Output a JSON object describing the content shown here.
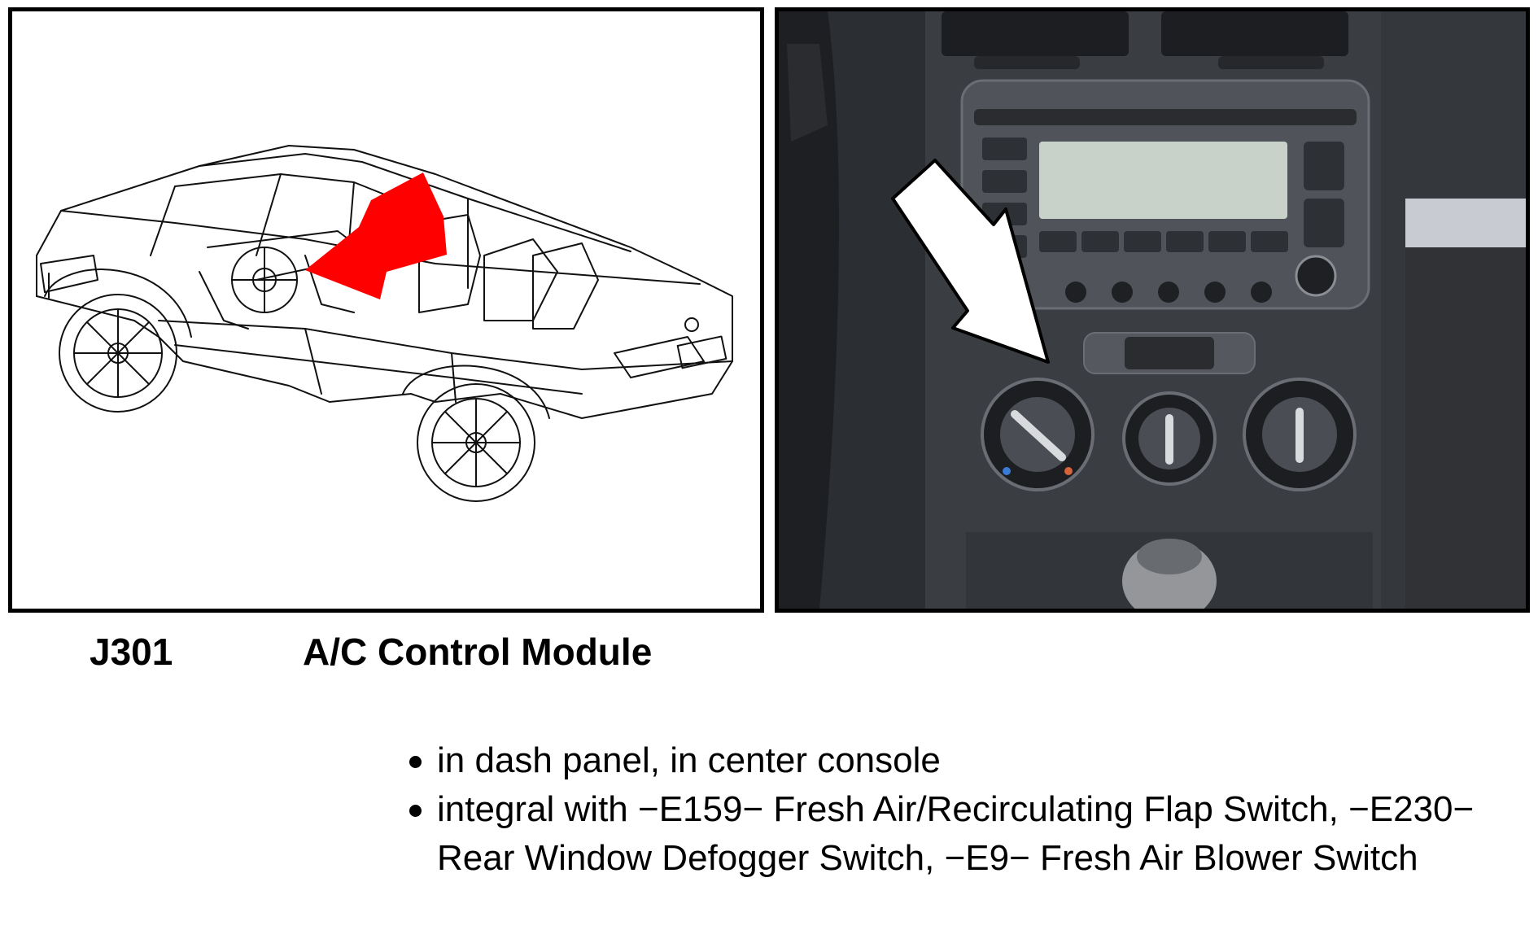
{
  "component": {
    "code": "J301",
    "title": "A/C Control Module"
  },
  "notes": [
    "in dash panel, in center console",
    "integral with −E159− Fresh Air/Recirculating Flap Switch, −E230− Rear Window Defogger Switch, −E9− Fresh Air Blower Switch"
  ],
  "colors": {
    "location_arrow": "#ff0000",
    "photo_arrow": "#ffffff",
    "dash_background": "#2c2f33"
  },
  "figures": {
    "left": {
      "icon": "car-cutaway-line-drawing",
      "pointer": "red-arrow-icon"
    },
    "right": {
      "icon": "dashboard-photo",
      "pointer": "white-arrow-icon"
    }
  }
}
